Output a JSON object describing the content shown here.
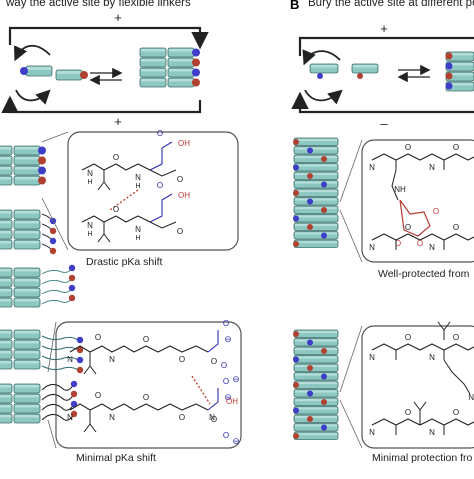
{
  "panel_a": {
    "title": "way the active site by flexible linkers",
    "top_sign": "+",
    "bottom_sign": "+",
    "caption_top": "Drastic pKa shift",
    "caption_bottom": "Minimal pKa shift"
  },
  "panel_b": {
    "letter": "B",
    "title": "Bury the active site at different posi",
    "top_sign": "+",
    "bottom_sign": "–",
    "caption_top": "Well-protected from",
    "caption_bottom": "Minimal protection fro"
  },
  "chem_labels": {
    "o": "O",
    "h": "H",
    "n": "N",
    "oh": "OH",
    "minus": "⊖",
    "nh": "NH"
  },
  "colors": {
    "rod_fill": "#8cc7c2",
    "rod_edge": "#3d6e6a",
    "blue_cap": "#3e3ec8",
    "red_cap": "#b04030",
    "hbond": "#c0392b",
    "chem_blue": "#2d2db5",
    "chem_red": "#b93a32",
    "box_stroke": "#555555"
  }
}
